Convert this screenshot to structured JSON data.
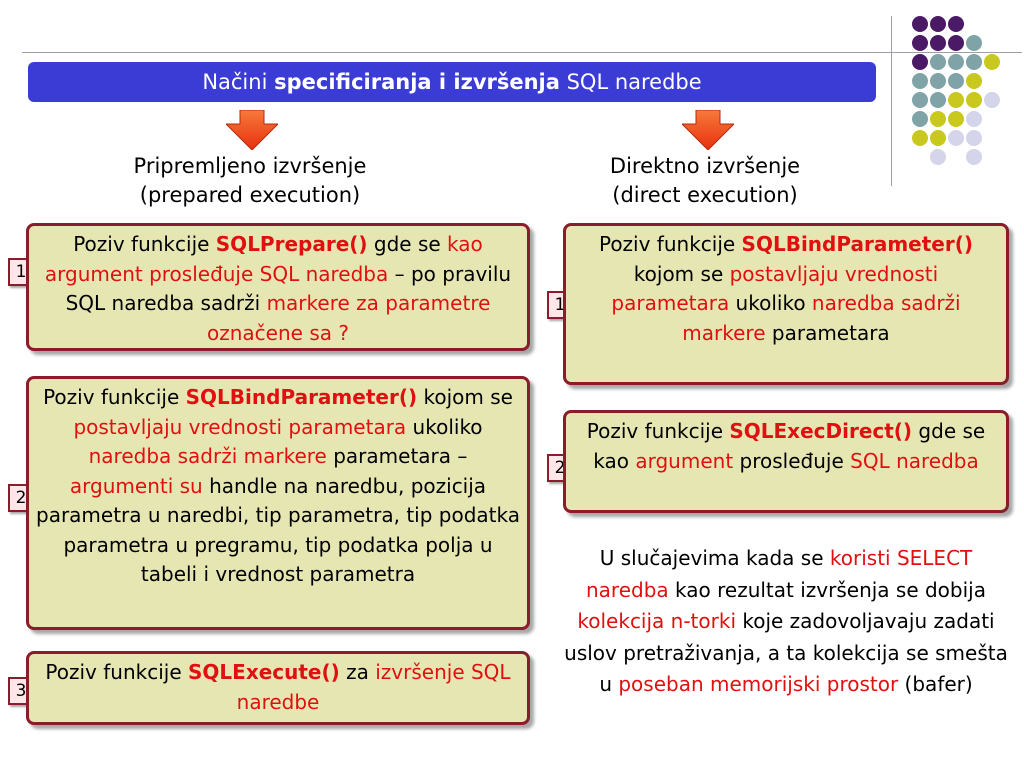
{
  "title": {
    "part1": "Načini ",
    "bold": "specificiranja i izvršenja",
    "part2": " SQL naredbe"
  },
  "colors": {
    "title_bg": "#3b3bd6",
    "box_bg": "#e6e6b3",
    "box_border": "#8b1c2b",
    "highlight": "#e01010",
    "arrow": "#f04a1a",
    "dot_purple": "#4b1a66",
    "dot_teal": "#7fa3a6",
    "dot_yellow": "#c8c81e",
    "dot_lavender": "#d4d4ea"
  },
  "left": {
    "heading_line1": "Pripremljeno izvršenje",
    "heading_line2": "(prepared execution)",
    "steps": [
      {
        "num": "1",
        "t1": "Poziv funkcije ",
        "fn": "SQLPrepare()",
        "t2": " gde se ",
        "r1": "kao argument prosleđuje SQL naredba",
        "t3": " – po pravilu SQL naredba sadrži ",
        "r2": "markere za parametre označene sa ?"
      },
      {
        "num": "2",
        "t1": "Poziv funkcije ",
        "fn": "SQLBindParameter()",
        "t2": " kojom se ",
        "r1": "postavljaju vrednosti parametara",
        "t3": " ukoliko ",
        "r2": "naredba sadrži markere",
        "t4": " parametara – ",
        "r3": "argumenti su",
        "t5": " handle na naredbu, pozicija parametra u naredbi, tip parametra, tip podatka parametra u pregramu, tip podatka polja u tabeli i vrednost parametra"
      },
      {
        "num": "3",
        "t1": "Poziv funkcije ",
        "fn": "SQLExecute()",
        "t2": " za ",
        "r1": "izvršenje SQL naredbe"
      }
    ]
  },
  "right": {
    "heading_line1": "Direktno izvršenje",
    "heading_line2": "(direct execution)",
    "steps": [
      {
        "num": "1",
        "t1": "Poziv funkcije ",
        "fn": "SQLBindParameter()",
        "t2": " kojom se ",
        "r1": "postavljaju vrednosti parametara",
        "t3": " ukoliko ",
        "r2": "naredba sadrži markere",
        "t4": " parametara"
      },
      {
        "num": "2",
        "t1": "Poziv funkcije ",
        "fn": "SQLExecDirect()",
        "t2": " gde se kao ",
        "r1": "argument",
        "t3": " prosleđuje ",
        "r2": "SQL naredba"
      }
    ],
    "note": {
      "t1": "U slučajevima kada se ",
      "r1": "koristi SELECT naredba",
      "t2": " kao rezultat izvršenja se dobija ",
      "r2": "kolekcija n-torki",
      "t3": " koje zadovoljavaju zadati uslov pretraživanja, a ta kolekcija se smešta u ",
      "r3": "poseban memorijski prostor",
      "t4": " (bafer)"
    }
  }
}
